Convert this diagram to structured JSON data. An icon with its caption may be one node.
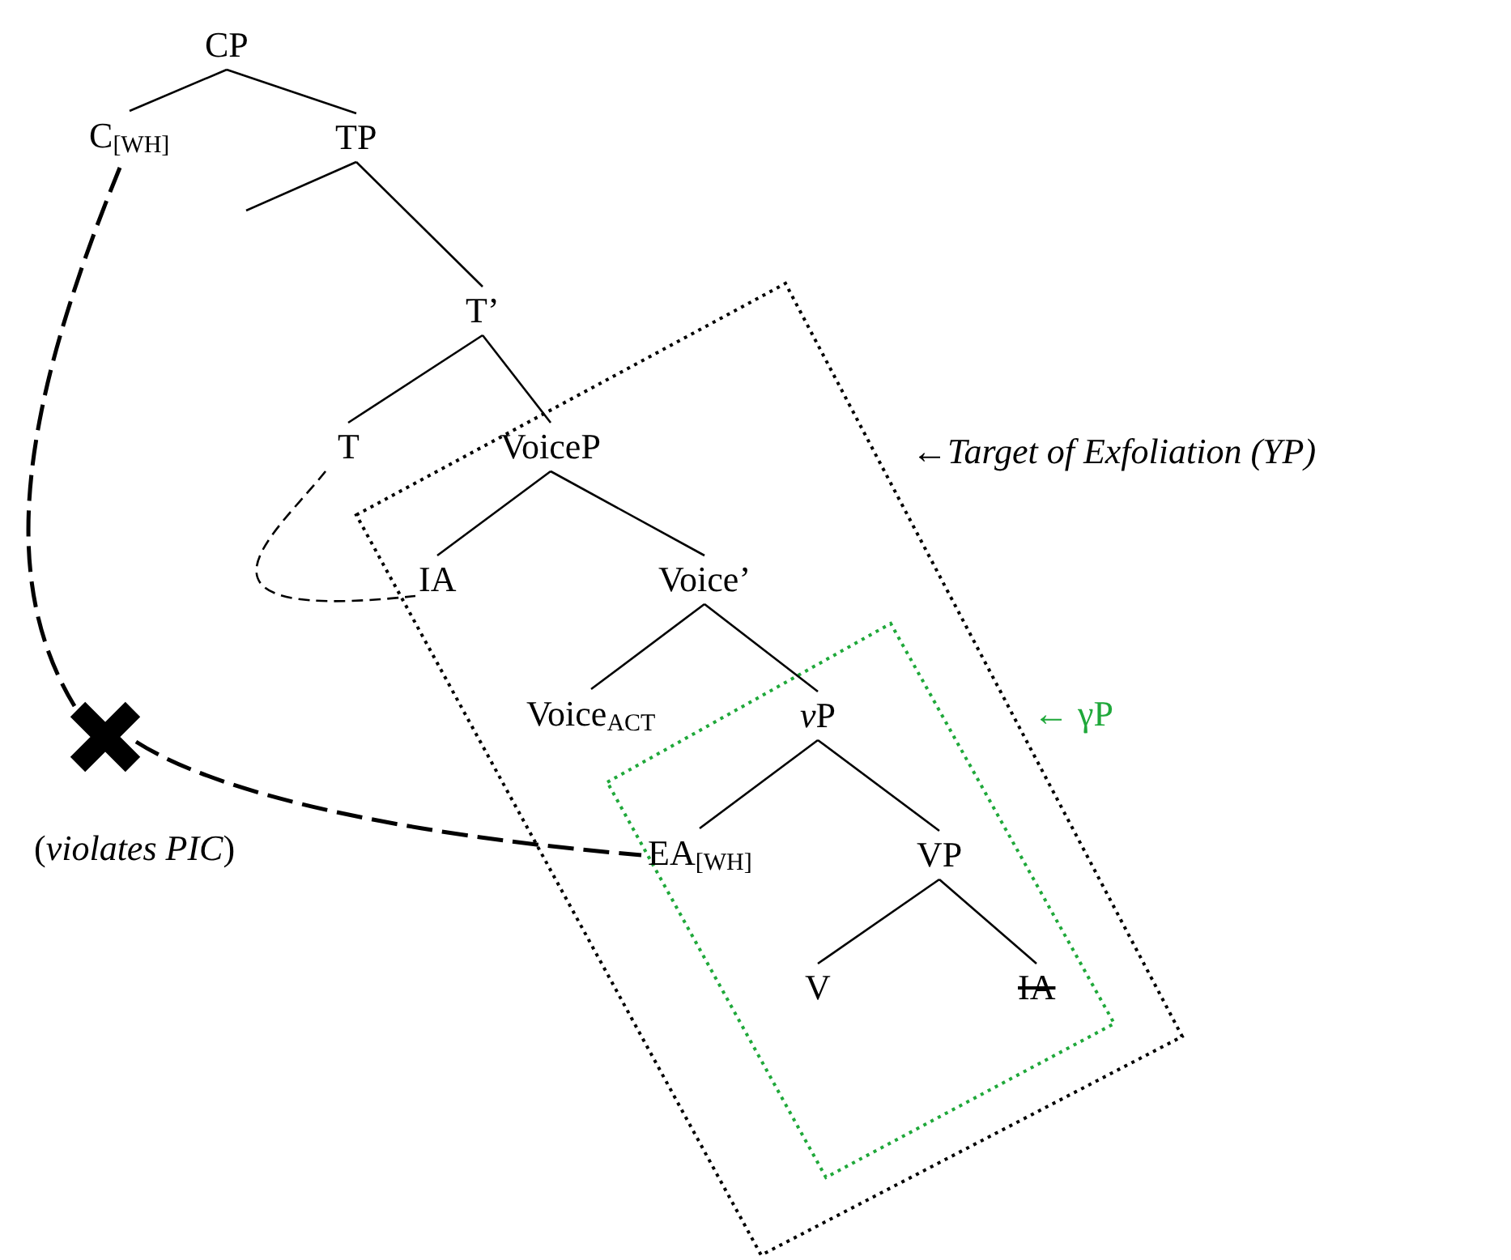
{
  "diagram": {
    "nodes": [
      {
        "text": [
          "CP"
        ]
      },
      {
        "text": [
          "C$_{[WH]}$"
        ]
      },
      {
        "text": [
          "TP"
        ]
      },
      {
        "text": [
          "T’"
        ]
      },
      {
        "text": [
          "T"
        ]
      },
      {
        "text": [
          "VoiceP"
        ]
      },
      {
        "text": [
          "IA"
        ]
      },
      {
        "text": [
          "Voice’"
        ]
      },
      {
        "text": [
          "Voice$_{ACT}$"
        ]
      },
      {
        "text": [
          "vP"
        ]
      },
      {
        "text": [
          "EA$_{[WH]}$"
        ]
      },
      {
        "text": [
          "VP"
        ]
      },
      {
        "text": [
          "V"
        ]
      },
      {
        "text": [
          "IA"
        ]
      },
      {
        "text": [],
        "shape": "cross",
        "beside": [
          "(*violates PIC*)"
        ]
      }
    ],
    "edges": [
      {
        "from": 0,
        "to": 1,
        "arrow": "none"
      },
      {
        "from": 0,
        "to": 2,
        "arrow": "none"
      },
      {
        "from": 2,
        "to": null,
        "arrow": "none"
      },
      {
        "from": 2,
        "to": 3,
        "arrow": "none"
      },
      {
        "from": 3,
        "to": 4,
        "arrow": "none"
      },
      {
        "from": 3,
        "to": 5,
        "arrow": "none"
      },
      {
        "from": 5,
        "to": 6,
        "arrow": "none"
      },
      {
        "from": 5,
        "to": 7,
        "arrow": "none"
      },
      {
        "from": 7,
        "to": 8,
        "arrow": "none"
      },
      {
        "from": 7,
        "to": 9,
        "arrow": "none"
      },
      {
        "from": 9,
        "to": 10,
        "arrow": "none"
      },
      {
        "from": 9,
        "to": 11,
        "arrow": "none"
      },
      {
        "from": 11,
        "to": 12,
        "arrow": "none"
      },
      {
        "from": 11,
        "to": 13,
        "arrow": "none"
      },
      {
        "from": 1,
        "to": 14,
        "arrow": "none",
        "style": "dashed"
      },
      {
        "from": 14,
        "to": 10,
        "arrow": "none",
        "style": "dashed"
      },
      {
        "from": 4,
        "to": 6,
        "arrow": "none",
        "style": "dashed"
      }
    ],
    "labels": [
      "←*Target of Exfoliation (YP)*",
      "← γP"
    ]
  }
}
